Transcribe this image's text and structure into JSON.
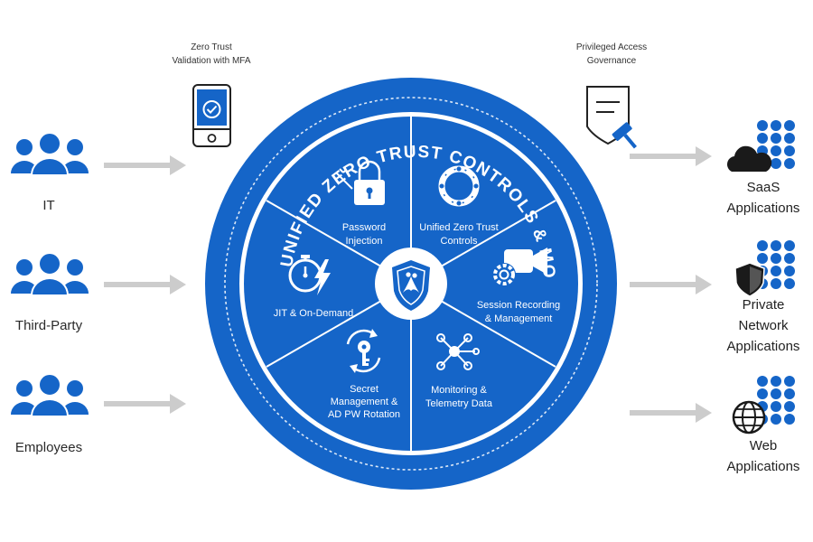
{
  "users": [
    {
      "label": "IT",
      "icon": "users-group-icon"
    },
    {
      "label": "Third-Party",
      "icon": "users-group-icon"
    },
    {
      "label": "Employees",
      "icon": "users-group-icon"
    }
  ],
  "top_left": {
    "line1": "Zero Trust",
    "line2": "Validation with MFA",
    "icon": "phone-mfa-icon"
  },
  "top_right": {
    "line1": "Privileged Access",
    "line2": "Governance",
    "icon": "document-gavel-icon"
  },
  "ring_text": "UNIFIED ZERO TRUST CONTROLS & MONITORING",
  "segments": [
    {
      "line1": "Password",
      "line2": "Injection",
      "icon": "lock-icon"
    },
    {
      "line1": "Unified Zero Trust",
      "line2": "Controls",
      "icon": "cycle-icon"
    },
    {
      "line1": "Session Recording",
      "line2": "& Management",
      "icon": "video-gear-icon"
    },
    {
      "line1": "Monitoring &",
      "line2": "Telemetry Data",
      "icon": "network-nodes-icon"
    },
    {
      "line1": "Secret",
      "line2": "Management &",
      "line3": "AD PW Rotation",
      "icon": "key-rotate-icon"
    },
    {
      "line1": "JIT & On-Demand",
      "icon": "stopwatch-bolt-icon"
    }
  ],
  "center_icon": "shield-logo-icon",
  "apps": [
    {
      "line1": "SaaS",
      "line2": "Applications",
      "icon": "cloud-icon"
    },
    {
      "line1": "Private",
      "line2": "Network",
      "line3": "Applications",
      "icon": "shield-icon"
    },
    {
      "line1": "Web",
      "line2": "Applications",
      "icon": "globe-icon"
    }
  ],
  "colors": {
    "primary": "#1565c8",
    "divider": "#ffffff",
    "arrow": "#cccccc",
    "icon_dark": "#1a1a1a"
  }
}
